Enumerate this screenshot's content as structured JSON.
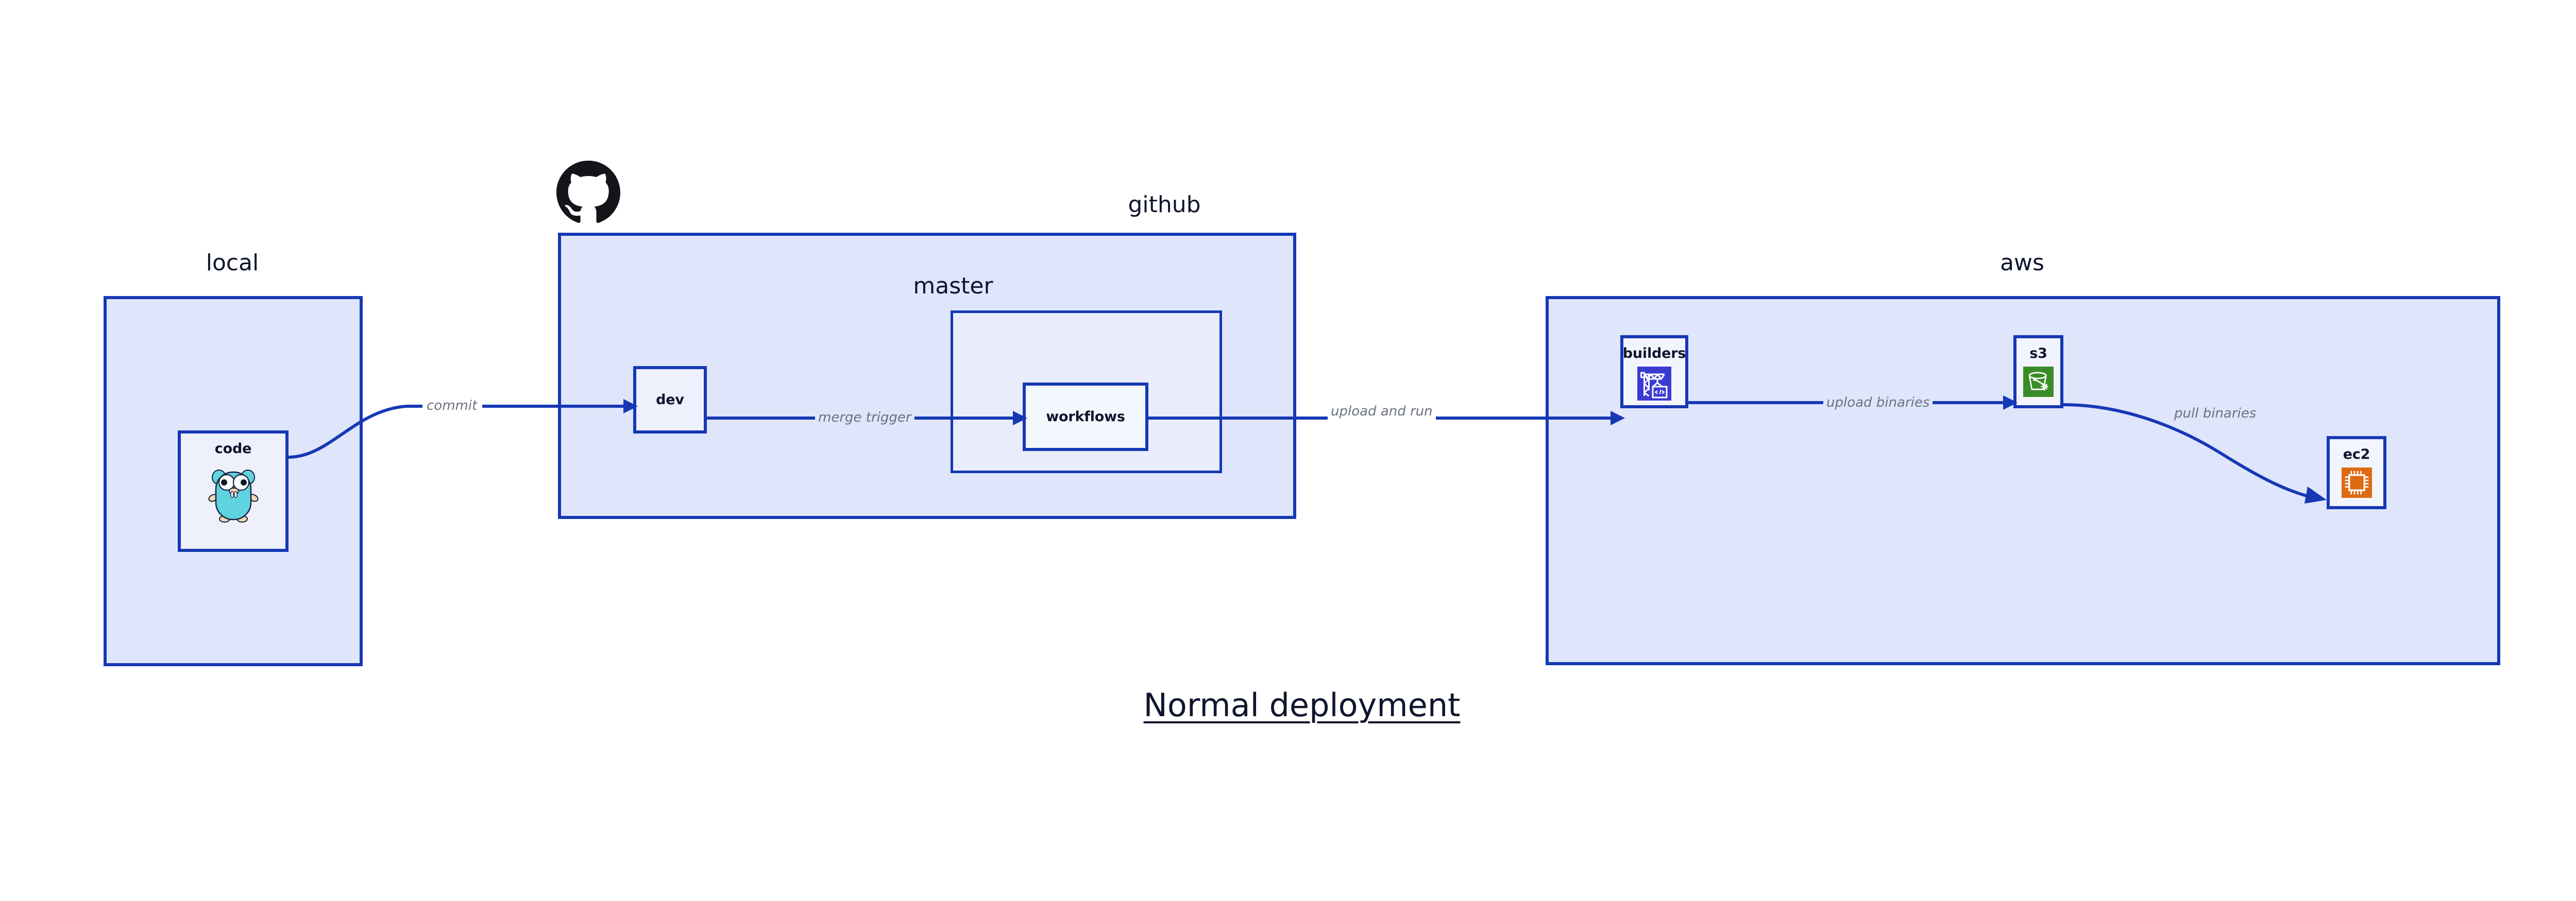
{
  "diagram": {
    "title": "Normal deployment",
    "accent_border": "#1538b5",
    "group_fill": "#dfe5fa",
    "inner_group_fill": "#e9edfb",
    "node_fill": "#eef1fc",
    "label_color": "#6b7280",
    "text_color": "#10152e"
  },
  "groups": {
    "local": {
      "label": "local"
    },
    "github": {
      "label": "github",
      "logo": "github-octocat-logo"
    },
    "master": {
      "label": "master"
    },
    "aws": {
      "label": "aws"
    }
  },
  "nodes": {
    "code": {
      "label": "code",
      "icon": "go-gopher-icon",
      "icon_color": "#5fd3e0"
    },
    "dev": {
      "label": "dev",
      "icon": ""
    },
    "workflows": {
      "label": "workflows",
      "icon": ""
    },
    "builders": {
      "label": "builders",
      "icon": "crane-code-icon",
      "icon_color": "#3b3bd4"
    },
    "s3": {
      "label": "s3",
      "icon": "s3-bucket-icon",
      "icon_color": "#3a8c28"
    },
    "ec2": {
      "label": "ec2",
      "icon": "cpu-chip-icon",
      "icon_color": "#de6a12"
    }
  },
  "edges": [
    {
      "id": "commit",
      "label": "commit",
      "from": "code",
      "to": "dev"
    },
    {
      "id": "merge-trigger",
      "label": "merge trigger",
      "from": "dev",
      "to": "workflows"
    },
    {
      "id": "upload-and-run",
      "label": "upload and run",
      "from": "workflows",
      "to": "builders"
    },
    {
      "id": "upload-binaries",
      "label": "upload binaries",
      "from": "builders",
      "to": "s3"
    },
    {
      "id": "pull-binaries",
      "label": "pull binaries",
      "from": "s3",
      "to": "ec2"
    }
  ]
}
